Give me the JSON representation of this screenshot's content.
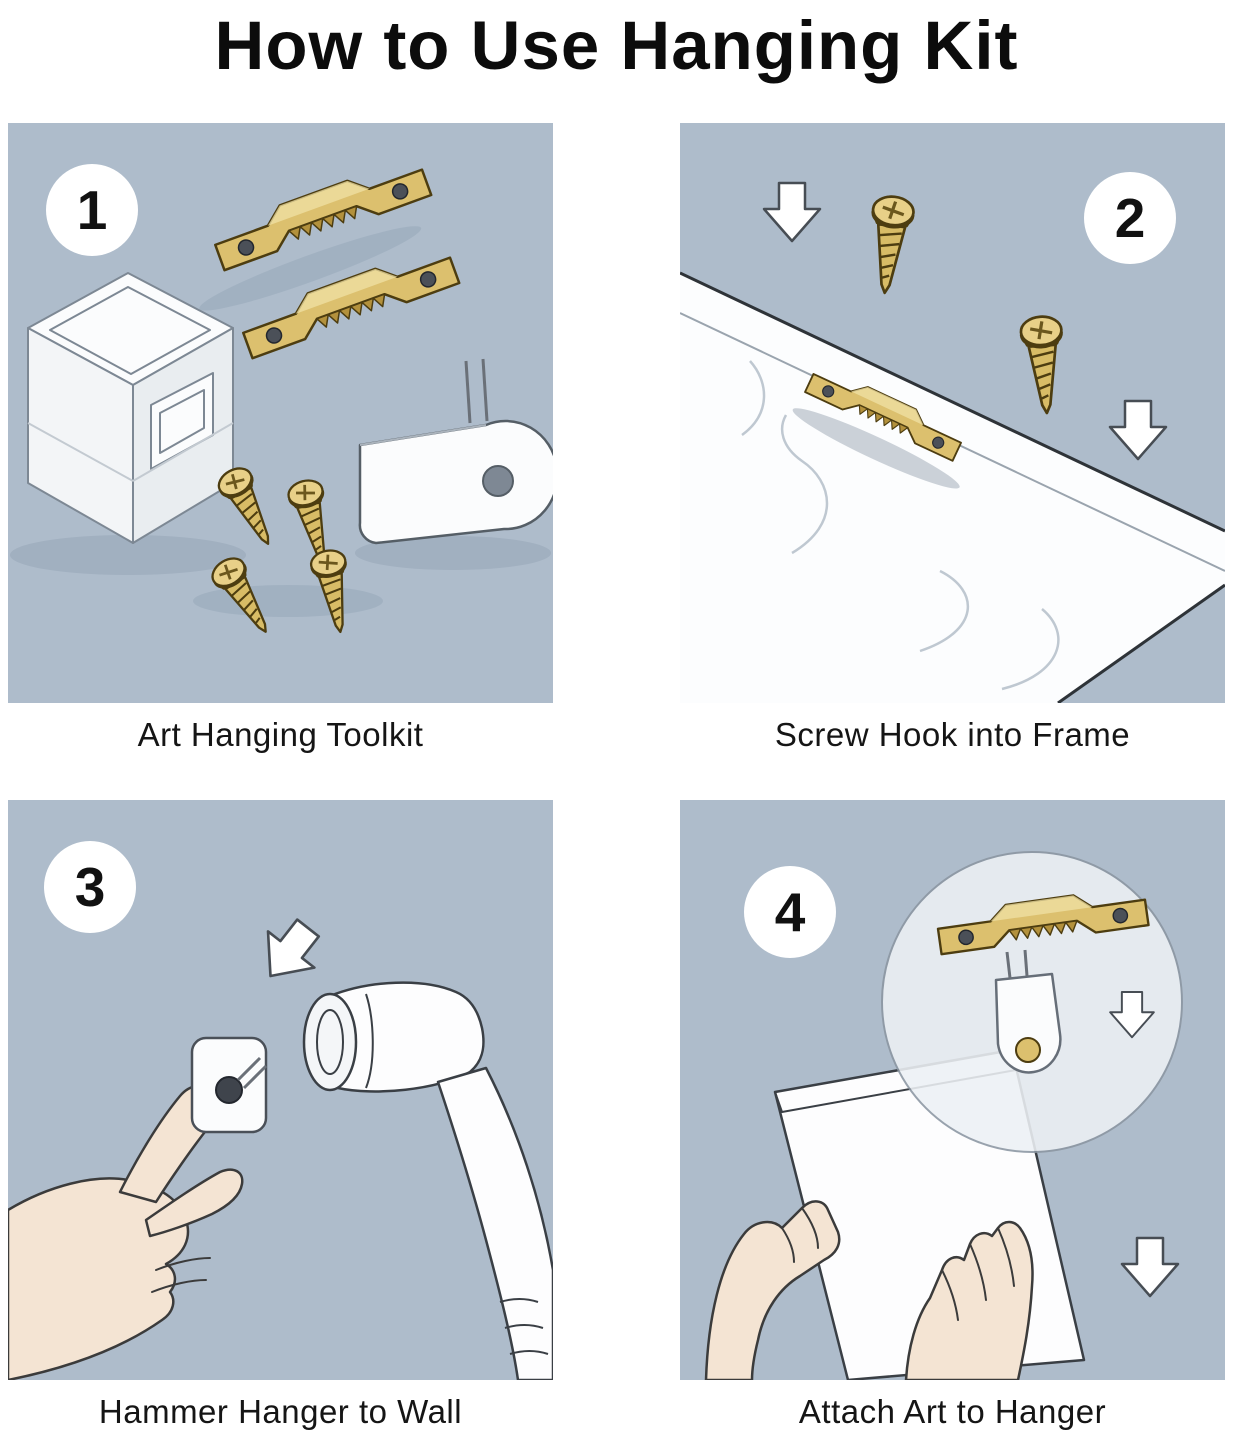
{
  "title": "How to Use Hanging Kit",
  "panels": [
    {
      "number": "1",
      "caption": "Art Hanging Toolkit"
    },
    {
      "number": "2",
      "caption": "Screw Hook into Frame"
    },
    {
      "number": "3",
      "caption": "Hammer Hanger to Wall"
    },
    {
      "number": "4",
      "caption": "Attach Art to Hanger"
    }
  ],
  "colors": {
    "panel_bg": "#aebccb",
    "gold": "#dcc06e",
    "gold_dark": "#b3913c",
    "skin": "#f4e4d3",
    "outline": "#2e3338"
  }
}
